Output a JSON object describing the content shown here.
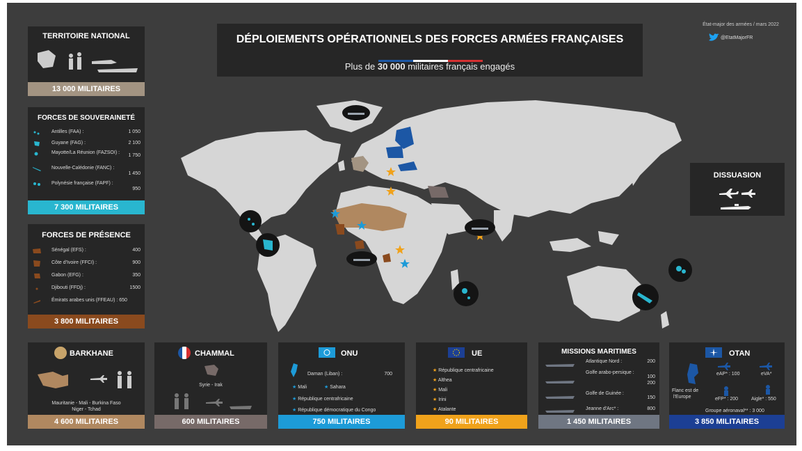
{
  "header": {
    "title": "DÉPLOIEMENTS OPÉRATIONNELS DES FORCES ARMÉES FRANÇAISES",
    "subtitle_prefix": "Plus de ",
    "subtitle_number": "30 000",
    "subtitle_suffix": " militaires français engagés",
    "credit": "État-major des armées / mars 2022",
    "twitter_handle": "@EtatMajorFR"
  },
  "territoire": {
    "title": "TERRITOIRE NATIONAL",
    "total": "13 000 MILITAIRES"
  },
  "souverainete": {
    "title": "FORCES DE SOUVERAINETÉ",
    "items": [
      {
        "label": "Antilles (FAA) :",
        "value": "1 050"
      },
      {
        "label": "Guyane (FAG) :",
        "value": "2 100"
      },
      {
        "label": "Mayotte/La Réunion (FAZSOI) :",
        "value": "1 750"
      },
      {
        "label": "Nouvelle-Calédonie (FANC) :",
        "value": "1 450"
      },
      {
        "label": "Polynésie française (FAPF) :",
        "value": "950"
      }
    ],
    "total": "7 300 MILITAIRES"
  },
  "presence": {
    "title": "FORCES DE PRÉSENCE",
    "items": [
      {
        "label": "Sénégal (EFS) :",
        "value": "400"
      },
      {
        "label": "Côte d'Ivoire (FFCI) :",
        "value": "900"
      },
      {
        "label": "Gabon (EFG) :",
        "value": "350"
      },
      {
        "label": "Djibouti (FFDj) :",
        "value": "1500"
      },
      {
        "label": "Émirats arabes unis (FFEAU) : 650",
        "value": ""
      }
    ],
    "total": "3 800 MILITAIRES"
  },
  "dissuasion": {
    "title": "DISSUASION"
  },
  "barkhane": {
    "title": "BARKHANE",
    "countries_line1": "Mauritanie - Mali - Burkina Faso",
    "countries_line2": "Niger - Tchad",
    "total": "4 600 MILITAIRES"
  },
  "chammal": {
    "title": "CHAMMAL",
    "countries": "Syrie - Irak",
    "total": "600 MILITAIRES"
  },
  "onu": {
    "title": "ONU",
    "daman_label": "Daman (Liban) :",
    "daman_value": "700",
    "items": [
      "Mali",
      "Sahara",
      "République centrafricaine",
      "République démocratique du Congo"
    ],
    "total": "750 MILITAIRES"
  },
  "ue": {
    "title": "UE",
    "items": [
      "République centrafricaine",
      "Althea",
      "Mali",
      "Irini",
      "Atalante"
    ],
    "total": "90 MILITAIRES"
  },
  "maritimes": {
    "title": "MISSIONS MARITIMES",
    "items": [
      {
        "label": "Atlantique Nord :",
        "value": "200"
      },
      {
        "label": "Golfe arabo-persique :",
        "value": "100"
      },
      {
        "label": "Golfe de Guinée :",
        "value": "150"
      },
      {
        "label": "Jeanne d'Arc* :",
        "value": "800"
      }
    ],
    "extra_value": "200",
    "total": "1 450 MILITAIRES"
  },
  "otan": {
    "title": "OTAN",
    "flanc_line1": "Flanc est de",
    "flanc_line2": "l'Europe",
    "eap": "eAP* : 100",
    "evap": "eVA*",
    "efp": "eFP* : 200",
    "aigle": "Aigle* : 550",
    "groupe": "Groupe aéronaval** : 3 000",
    "total": "3 850 MILITAIRES"
  },
  "colors": {
    "background": "#3d3d3d",
    "panel": "#262626",
    "land": "#d6d6d6",
    "beige": "#a39482",
    "cyan": "#29b6cf",
    "brown": "#8a4a1e",
    "tan": "#b08860",
    "taupe": "#776a68",
    "blue": "#1d9bd8",
    "orange": "#f0a21b",
    "slate": "#6f7682",
    "navy": "#1c3f94",
    "flag_blue": "#1c57a5"
  }
}
